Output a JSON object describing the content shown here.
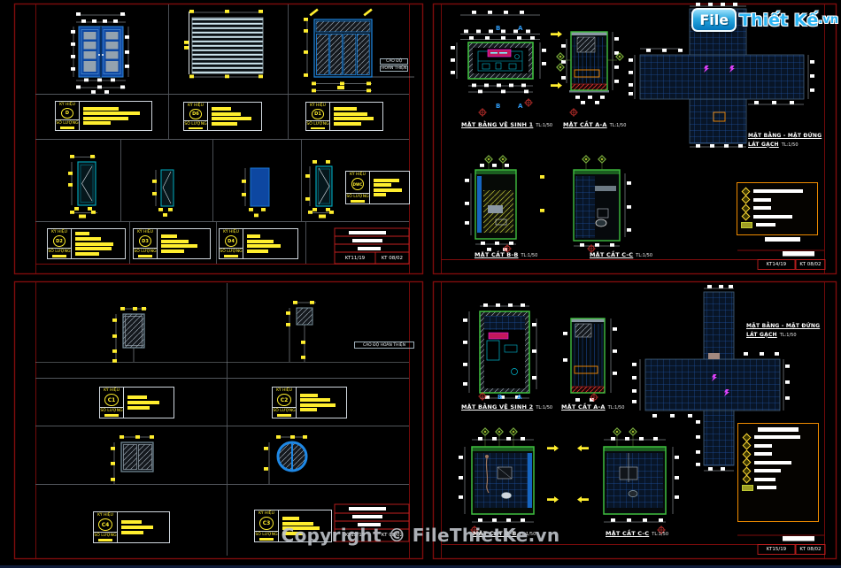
{
  "watermark": "Copyright © FileThietKe.vn",
  "logo": {
    "part1": "File",
    "part2": "Thiết Kế",
    "part3": ".vn"
  },
  "labels": {
    "ky_hieu": "KÝ HIỆU",
    "so_luong": "SỐ LƯỢNG",
    "cao_do_line1": "CAO ĐỘ",
    "cao_do_line2": "HOÀN THIỆN",
    "cao_do_full": "CAO ĐỘ HOÀN THIỆN",
    "axis_b": "B",
    "axis_a": "A",
    "scale": "TL:1/50"
  },
  "sheet1": {
    "symbols": [
      {
        "code": "D"
      },
      {
        "code": "D6"
      },
      {
        "code": "D1"
      },
      {
        "code": "DWC"
      },
      {
        "code": "D2"
      },
      {
        "code": "D3"
      },
      {
        "code": "D4"
      }
    ],
    "title_block": {
      "sheet_no": "KT11/19",
      "doc_no": "KT 08/02"
    }
  },
  "sheet2": {
    "titles": {
      "plan": "MẶT BẰNG VỆ SINH 1",
      "section_a": "MẶT CẮT A-A",
      "section_b": "MẶT CẮT B-B",
      "section_c": "MẶT CẮT C-C",
      "tiling1": "MẶT BẰNG - MẶT ĐỨNG",
      "tiling2": "LÁT GẠCH"
    },
    "title_block": {
      "sheet_no": "KT14/19",
      "doc_no": "KT 08/02"
    }
  },
  "sheet3": {
    "symbols": [
      {
        "code": "C1"
      },
      {
        "code": "C2"
      },
      {
        "code": "C4"
      },
      {
        "code": "C3"
      }
    ],
    "title_block": {
      "sheet_no": "KT12/19",
      "doc_no": "KT 08/02"
    }
  },
  "sheet4": {
    "titles": {
      "plan": "MẶT BẰNG VỆ SINH 2",
      "section_a": "MẶT CẮT A-A",
      "section_b": "MẶT CẮT B-B",
      "section_c": "MẶT CẮT C-C",
      "tiling1": "MẶT BẰNG - MẶT ĐỨNG",
      "tiling2": "LÁT GẠCH"
    },
    "title_block": {
      "sheet_no": "KT15/19",
      "doc_no": "KT 08/02"
    }
  }
}
